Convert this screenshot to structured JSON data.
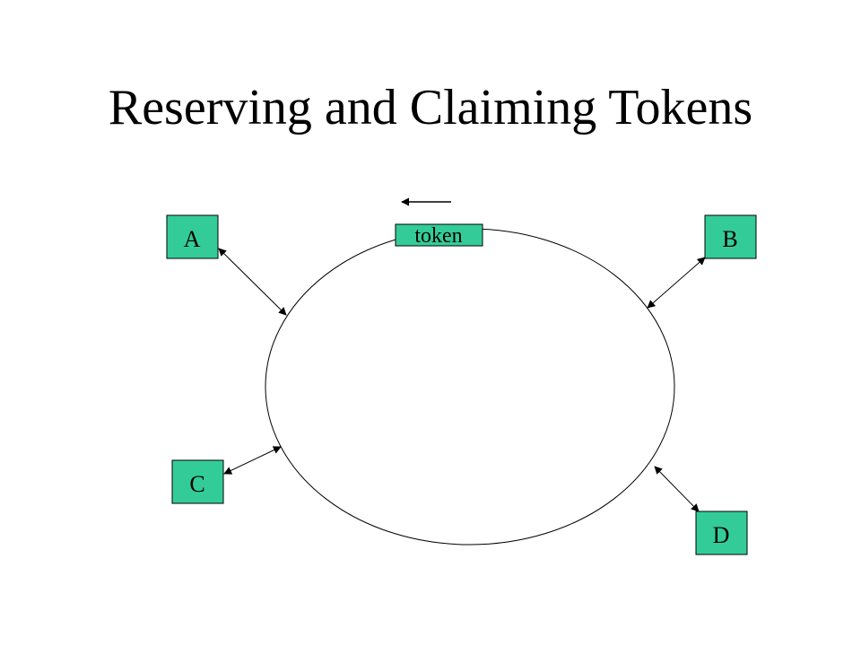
{
  "slide": {
    "title": "Reserving and Claiming Tokens"
  },
  "diagram": {
    "node_fill": "#33cc99",
    "token_label": "token",
    "nodes": [
      {
        "id": "A",
        "label": "A"
      },
      {
        "id": "B",
        "label": "B"
      },
      {
        "id": "C",
        "label": "C"
      },
      {
        "id": "D",
        "label": "D"
      }
    ],
    "edges": [
      {
        "from": "A",
        "to": "ring",
        "direction": "bidirectional"
      },
      {
        "from": "B",
        "to": "ring",
        "direction": "bidirectional"
      },
      {
        "from": "C",
        "to": "ring",
        "direction": "bidirectional"
      },
      {
        "from": "D",
        "to": "ring",
        "direction": "bidirectional"
      }
    ],
    "token_motion": "counter-clockwise"
  }
}
